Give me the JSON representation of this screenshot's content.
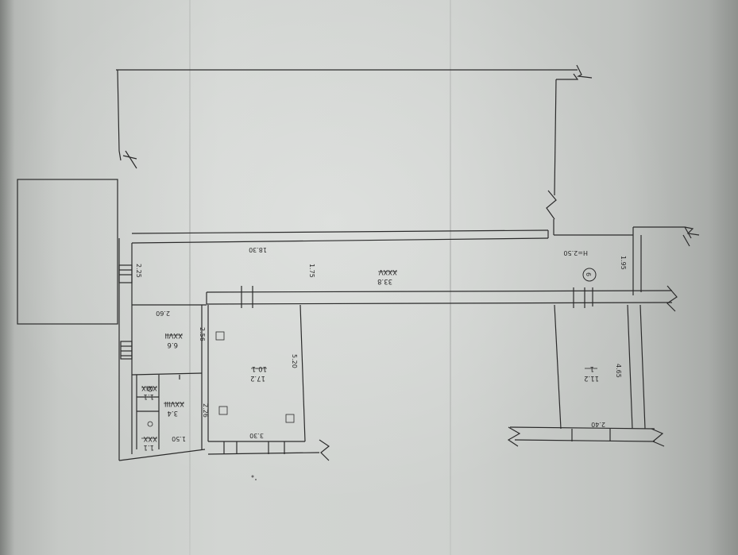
{
  "plan": {
    "height_label": "H=2.50",
    "sheet_marker": "6",
    "dimensions": {
      "corridor_length": "18.30",
      "corridor_width": "1.75",
      "vestibule_width": "2.25",
      "small_hall_length": "2.60",
      "room_xxvii_width": "2.56",
      "room_xxviii_width": "2.26",
      "wc_width": "1.50",
      "room_10_1_length": "5.20",
      "room_10_1_width": "3.30",
      "room_1_length": "4.65",
      "room_1_width": "2.40",
      "passage_width": "1.95"
    },
    "rooms": {
      "xxxv": {
        "number": "XXXV",
        "area": "33.8"
      },
      "xxvii": {
        "number": "XXVII",
        "area": "6.6"
      },
      "xxviii": {
        "number": "XXVIII",
        "area": "3.4"
      },
      "xxix": {
        "number": "XXIX",
        "area": "1.1"
      },
      "xxx": {
        "number": "XXX",
        "area": "1.1"
      },
      "r10_1": {
        "number": "10-1",
        "area": "17.2"
      },
      "r1": {
        "number": "1",
        "area": "11.2"
      }
    }
  }
}
